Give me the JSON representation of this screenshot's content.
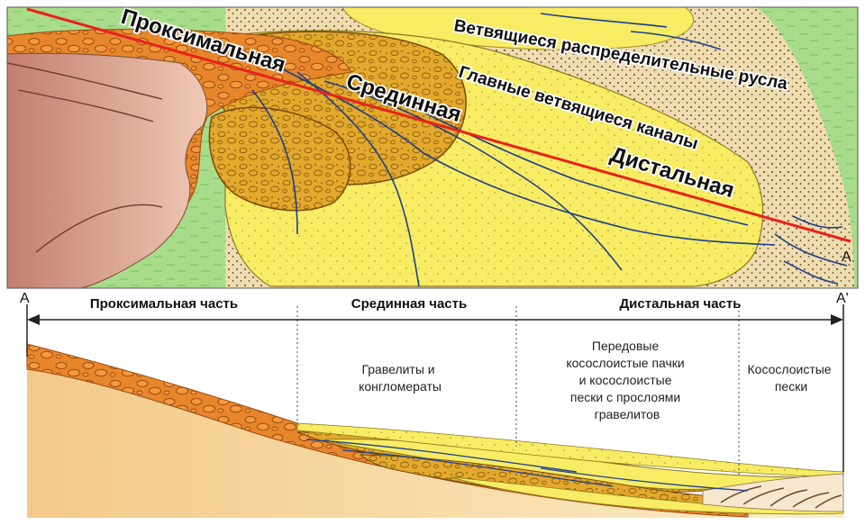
{
  "map": {
    "labels": {
      "proximal": "Проксимальная",
      "median": "Срединная",
      "distal": "Дистальная",
      "main_channels": "Главные ветвящиеся каналы",
      "distributary": "Ветвящиеся распределительные русла"
    },
    "point_a": "A"
  },
  "section": {
    "start_label": "A",
    "end_label": "A'",
    "parts": [
      {
        "header": "Проксимальная часть",
        "note": []
      },
      {
        "header": "Срединная часть",
        "note": [
          "Гравелиты и",
          "конгломераты"
        ]
      },
      {
        "header": "Дистальная часть",
        "note": [
          "Передовые",
          "косослоистые пачки",
          "и косослоистые",
          "пески с прослоями",
          "гравелитов"
        ]
      },
      {
        "header": "",
        "note": [
          "Косослоистые",
          "пески"
        ]
      }
    ]
  },
  "colors": {
    "profile_line": "#e8231c",
    "conglomerate": "#e8862c",
    "gravel": "#e3a92c",
    "sand": "#f7ec63",
    "plain": "#a9dc8a",
    "mountain": "#c98d7a"
  }
}
